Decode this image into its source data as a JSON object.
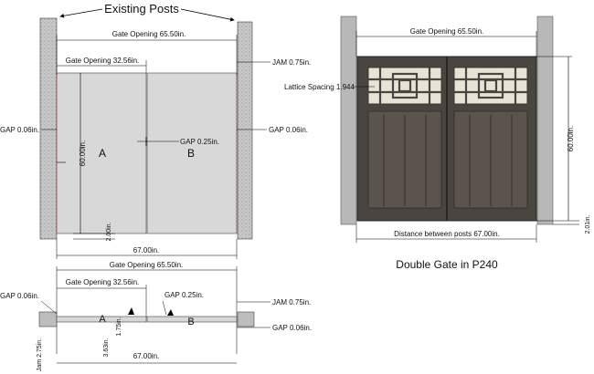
{
  "title": "Existing Posts",
  "caption": "Double Gate in P240",
  "left_elevation": {
    "gate_opening_total": "Gate Opening 65.50in.",
    "gate_opening_leaf": "Gate Opening 32.56in.",
    "jam": "JAM  0.75in.",
    "gap_left": "GAP  0.06in.",
    "gap_right": "GAP  0.06in.",
    "gap_center": "GAP  0.25in.",
    "height": "60.00in.",
    "bottom_clear": "2.00in.",
    "overall": "67.00in.",
    "leaf_a": "A",
    "leaf_b": "B"
  },
  "plan_view": {
    "gate_opening_total": "Gate Opening 65.50in.",
    "gate_opening_leaf": "Gate Opening 32.56in.",
    "gap_center": "GAP  0.25in.",
    "gap_left": "GAP  0.06in.",
    "jam": "JAM  0.75in.",
    "gap_right": "GAP  0.06in.",
    "dim_a": "3.63in.",
    "dim_b": "1.75in.",
    "jam_depth": "Jam 2.75in.",
    "overall": "67.00in.",
    "leaf_a": "A",
    "leaf_b": "B"
  },
  "right_elevation": {
    "gate_opening_total": "Gate Opening 65.50in.",
    "lattice_spacing": "Lattice Spacing 1.944",
    "height": "60.00in.",
    "bottom_clear": "2.01in.",
    "distance_between_posts": "Distance between posts 67.00in."
  }
}
